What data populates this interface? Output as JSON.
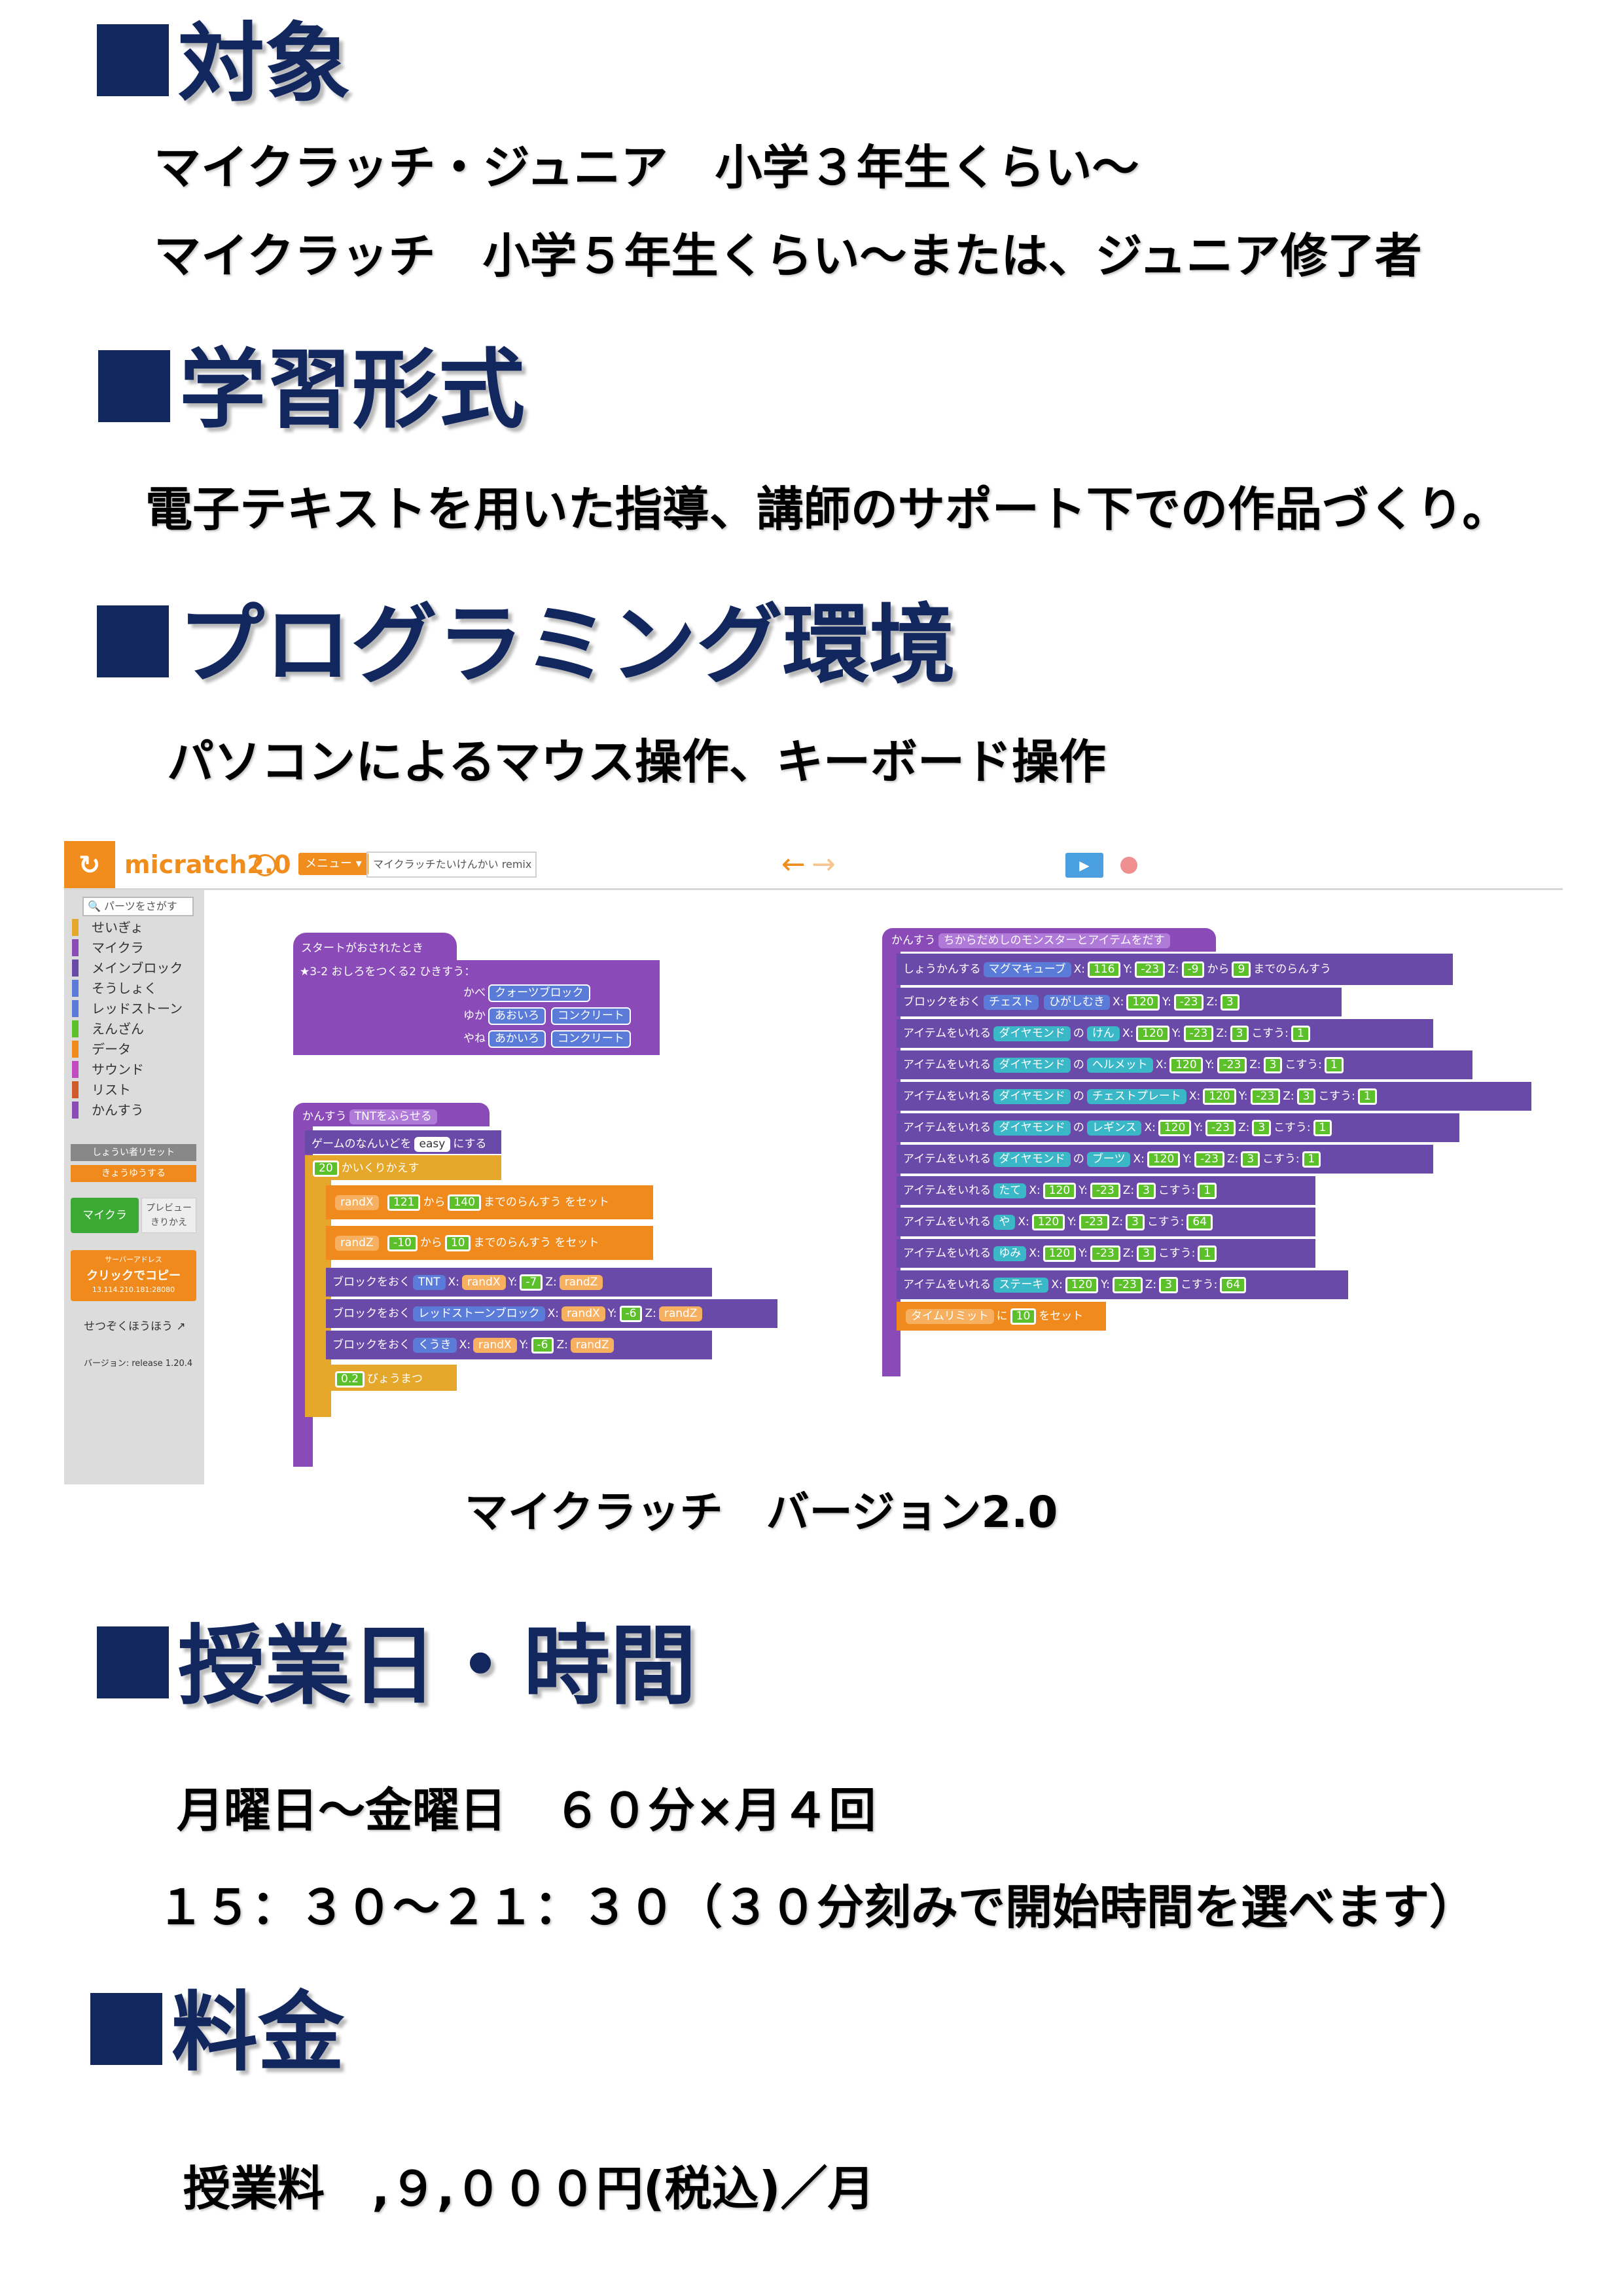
{
  "sections": {
    "target": {
      "heading": "対象",
      "lines": [
        "マイクラッチ・ジュニア　小学３年生くらい〜",
        "マイクラッチ　小学５年生くらい〜または、ジュニア修了者"
      ]
    },
    "learning": {
      "heading": "学習形式",
      "lines": [
        "電子テキストを用いた指導、講師のサポート下での作品づくり。"
      ]
    },
    "env": {
      "heading": "プログラミング環境",
      "lines": [
        "パソコンによるマウス操作、キーボード操作"
      ],
      "caption": "マイクラッチ　バージョン2.0"
    },
    "schedule": {
      "heading": "授業日・時間",
      "lines": [
        "月曜日〜金曜日　６０分×月４回",
        "１５：３０〜２１：３０（３０分刻みで開始時間を選べます）"
      ]
    },
    "fee": {
      "heading": "料金",
      "lines": [
        "授業料　,９,０００円(税込)／月"
      ]
    }
  },
  "screenshot": {
    "app_name": "micratch2.0",
    "menu_label": "メニュー ▾",
    "project_name": "マイクラッチたいけんかい remix",
    "search_placeholder": "パーツをさがす",
    "categories": [
      {
        "label": "せいぎょ",
        "color": "#e6a82a"
      },
      {
        "label": "マイクラ",
        "color": "#8a4bb8"
      },
      {
        "label": "メインブロック",
        "color": "#6a4aa8"
      },
      {
        "label": "そうしょく",
        "color": "#5a7cd8"
      },
      {
        "label": "レッドストーン",
        "color": "#5a7cd8"
      },
      {
        "label": "えんざん",
        "color": "#5bc02a"
      },
      {
        "label": "データ",
        "color": "#f08a1c"
      },
      {
        "label": "サウンド",
        "color": "#c04bc0"
      },
      {
        "label": "リスト",
        "color": "#d05a2a"
      },
      {
        "label": "かんすう",
        "color": "#8a4bb8"
      }
    ],
    "buttons": {
      "reset": "しょうい者リセット",
      "share": "きょうゆうする",
      "minecraft": "マイクラ",
      "preview": "プレビュー きりかえ",
      "server_label": "サーバーアドレス",
      "copy": "クリックでコピー",
      "address": "13.114.210.181:28080",
      "manual": "せつぞくほうほう",
      "version": "バージョン: release 1.20.4"
    },
    "script1": {
      "hat": "スタートがおされたとき",
      "line1": "★3-2 おしろをつくる2 ひきすう：",
      "rows": [
        {
          "label": "かべ",
          "value": "クォーツブロック"
        },
        {
          "label": "ゆか",
          "value": "あおいろ",
          "value2": "コンクリート"
        },
        {
          "label": "やね",
          "value": "あかいろ",
          "value2": "コンクリート"
        }
      ]
    },
    "script2": {
      "hat": "かんすう",
      "name": "TNTをふらせる",
      "difficulty_pre": "ゲームのなんいどを",
      "difficulty": "easy",
      "difficulty_post": "にする",
      "repeat": "20",
      "repeat_label": "かいくりかえす",
      "randx": [
        "randX",
        "121",
        "140"
      ],
      "randz": [
        "randZ",
        "-10",
        "10"
      ],
      "range_from": "から",
      "range_to": "までのらんすう",
      "set": "をセット",
      "put1": [
        "ブロックをおく",
        "TNT",
        "randX",
        "-7",
        "randZ"
      ],
      "put2": [
        "ブロックをおく",
        "レッドストーンブロック",
        "randX",
        "-6",
        "randZ"
      ],
      "put3": [
        "ブロックをおく",
        "くうき",
        "randX",
        "-6",
        "randZ"
      ],
      "wait": "0.2",
      "wait_label": "びょうまつ"
    },
    "script3": {
      "hat": "かんすう",
      "name": "ちからだめしのモンスターとアイテムをだす",
      "summon": [
        "しょうかんする",
        "マグマキューブ",
        "116",
        "-23",
        "-9",
        "9"
      ],
      "put": [
        "ブロックをおく",
        "チェスト",
        "ひがしむき",
        "120",
        "-23",
        "3"
      ],
      "items": [
        {
          "item": "ダイヤモンド",
          "sub": "けん",
          "x": "120",
          "y": "-23",
          "z": "3",
          "n": "1"
        },
        {
          "item": "ダイヤモンド",
          "sub": "ヘルメット",
          "x": "120",
          "y": "-23",
          "z": "3",
          "n": "1"
        },
        {
          "item": "ダイヤモンド",
          "sub": "チェストプレート",
          "x": "120",
          "y": "-23",
          "z": "3",
          "n": "1"
        },
        {
          "item": "ダイヤモンド",
          "sub": "レギンス",
          "x": "120",
          "y": "-23",
          "z": "3",
          "n": "1"
        },
        {
          "item": "ダイヤモンド",
          "sub": "ブーツ",
          "x": "120",
          "y": "-23",
          "z": "3",
          "n": "1"
        },
        {
          "item": "たて",
          "sub": "",
          "x": "120",
          "y": "-23",
          "z": "3",
          "n": "1"
        },
        {
          "item": "や",
          "sub": "",
          "x": "120",
          "y": "-23",
          "z": "3",
          "n": "64"
        },
        {
          "item": "ゆみ",
          "sub": "",
          "x": "120",
          "y": "-23",
          "z": "3",
          "n": "1"
        },
        {
          "item": "ステーキ",
          "sub": "",
          "x": "120",
          "y": "-23",
          "z": "3",
          "n": "64"
        }
      ],
      "item_label": "アイテムをいれる",
      "timelimit": "タイムリミット",
      "timelimit_value": "10",
      "timelimit_set": "をセット"
    }
  }
}
